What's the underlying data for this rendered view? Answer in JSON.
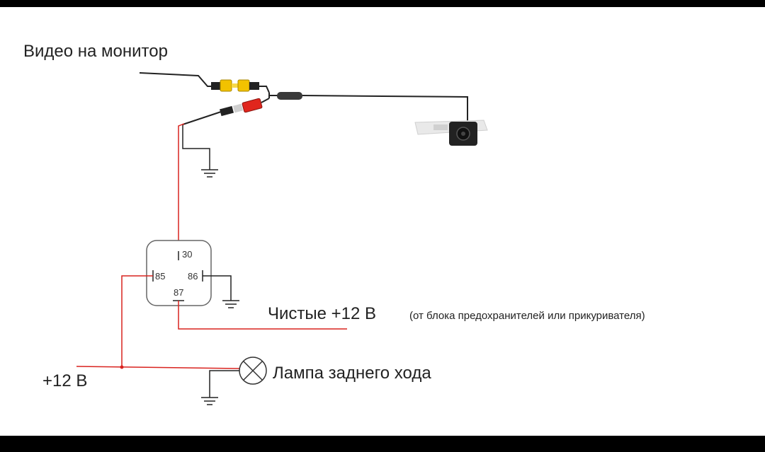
{
  "labels": {
    "video_to_monitor": "Видео на монитор",
    "clean_12v": "Чистые +12 В",
    "clean_12v_note": "(от блока предохранителей или прикуривателя)",
    "plus_12v": "+12 В",
    "reverse_lamp": "Лампа заднего хода"
  },
  "relay": {
    "pins": {
      "p30": "30",
      "p85": "85",
      "p86": "86",
      "p87": "87"
    }
  },
  "colors": {
    "power_wire": "#d9231f",
    "ground_wire": "#333333",
    "signal_cable": "#222222",
    "rca_yellow": "#f2c200",
    "rca_red": "#e0261d",
    "background_frame": "#000000"
  }
}
